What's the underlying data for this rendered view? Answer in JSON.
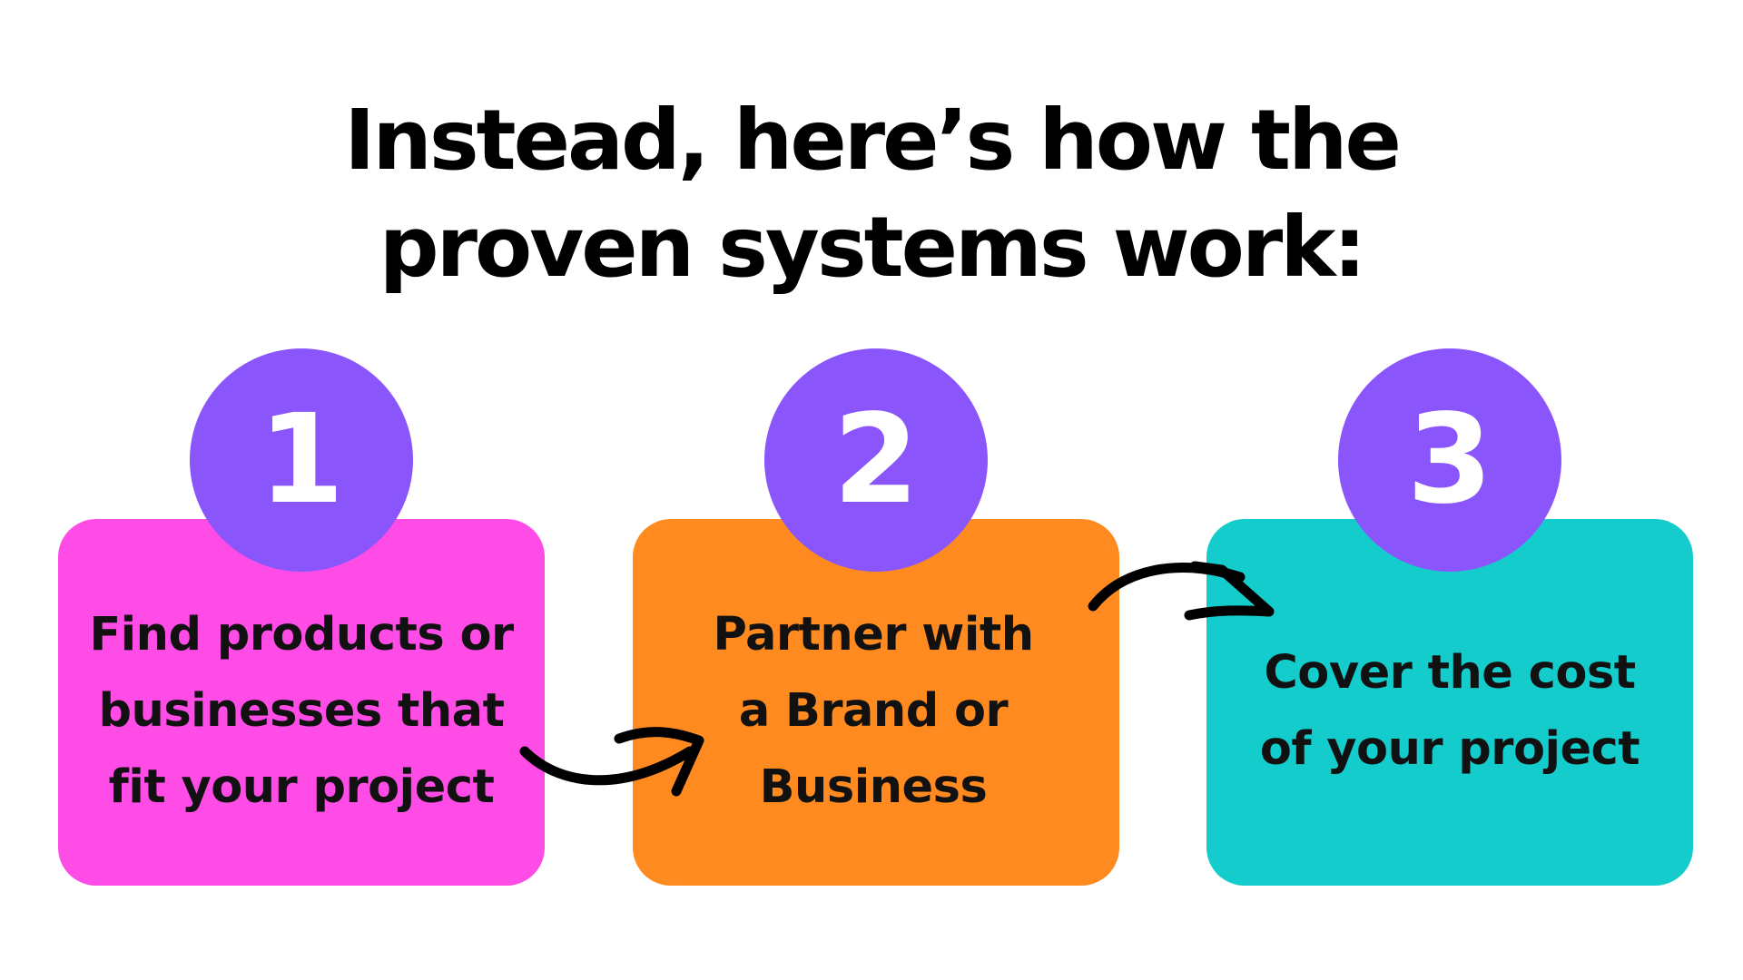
{
  "title": {
    "line1": "Instead, here’s how the",
    "line2": "proven systems work:"
  },
  "colors": {
    "badge": "#8b55fc",
    "card1": "#ff4ce6",
    "card2": "#ff8a1f",
    "card3": "#14cccc",
    "arrow": "#000000"
  },
  "steps": [
    {
      "number": "1",
      "lines": [
        "Find products or",
        "businesses that",
        "fit your project"
      ]
    },
    {
      "number": "2",
      "lines": [
        "Partner with",
        "a Brand or",
        "Business"
      ]
    },
    {
      "number": "3",
      "lines": [
        "Cover the cost",
        "of your project"
      ]
    }
  ]
}
